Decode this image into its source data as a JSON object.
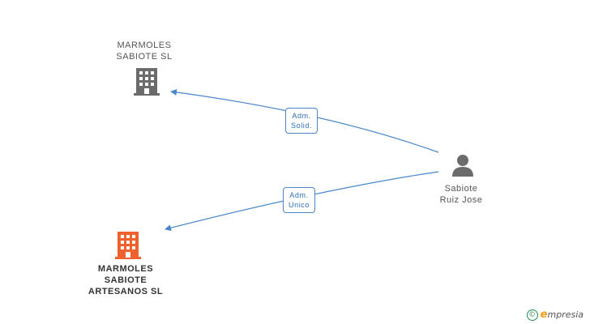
{
  "nodes": {
    "company_top": {
      "line1": "MARMOLES",
      "line2": "SABIOTE SL",
      "icon": "building-icon",
      "color": "#6b6b6b"
    },
    "company_bottom": {
      "line1": "MARMOLES",
      "line2": "SABIOTE",
      "line3": "ARTESANOS SL",
      "icon": "building-icon",
      "color": "#f0622d"
    },
    "person": {
      "line1": "Sabiote",
      "line2": "Ruiz Jose",
      "icon": "person-icon",
      "color": "#6b6b6b"
    }
  },
  "edges": {
    "to_top": {
      "line1": "Adm.",
      "line2": "Solid."
    },
    "to_bottom": {
      "line1": "Adm.",
      "line2": "Unico"
    }
  },
  "colors": {
    "edge": "#4a86c8"
  },
  "brand": {
    "copyright": "©",
    "initial": "e",
    "name": "mpresia"
  }
}
